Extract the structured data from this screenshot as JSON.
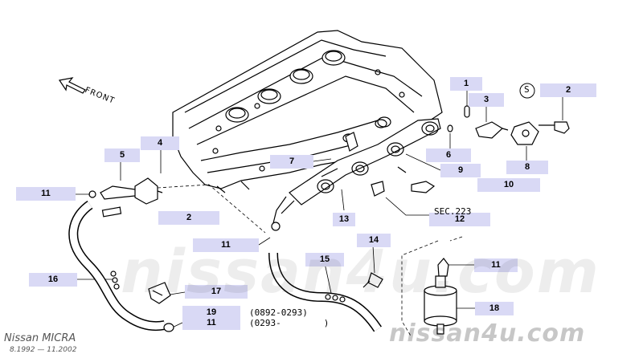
{
  "callouts": [
    {
      "id": "c1",
      "label": "1"
    },
    {
      "id": "c2a",
      "label": "2"
    },
    {
      "id": "c3",
      "label": "3"
    },
    {
      "id": "c4",
      "label": "4"
    },
    {
      "id": "c5",
      "label": "5"
    },
    {
      "id": "c6",
      "label": "6"
    },
    {
      "id": "c7",
      "label": "7"
    },
    {
      "id": "c8",
      "label": "8"
    },
    {
      "id": "c9",
      "label": "9"
    },
    {
      "id": "c10",
      "label": "10"
    },
    {
      "id": "c11a",
      "label": "11"
    },
    {
      "id": "c2b",
      "label": "2"
    },
    {
      "id": "c13",
      "label": "13"
    },
    {
      "id": "c12",
      "label": "12"
    },
    {
      "id": "c11b",
      "label": "11"
    },
    {
      "id": "c14",
      "label": "14"
    },
    {
      "id": "c15",
      "label": "15"
    },
    {
      "id": "c11c",
      "label": "11"
    },
    {
      "id": "c16",
      "label": "16"
    },
    {
      "id": "c17",
      "label": "17"
    },
    {
      "id": "c18",
      "label": "18"
    },
    {
      "id": "c19",
      "label": "19"
    },
    {
      "id": "c11d",
      "label": "11"
    }
  ],
  "annotations": {
    "front": "FRONT",
    "s_mark": "S",
    "sec": "SEC.223",
    "date_range_1": "(0892-0293)",
    "date_range_2": "(0293-        )"
  },
  "footer": {
    "model": "Nissan MICRA",
    "years": "8.1992  —  11.2002"
  },
  "watermark": {
    "big": "nissan4u.com",
    "small": "nissan4u.com"
  },
  "colors": {
    "callout_bg": "#d9d9f5",
    "line": "#000000",
    "watermark": "#b0b0b0"
  }
}
